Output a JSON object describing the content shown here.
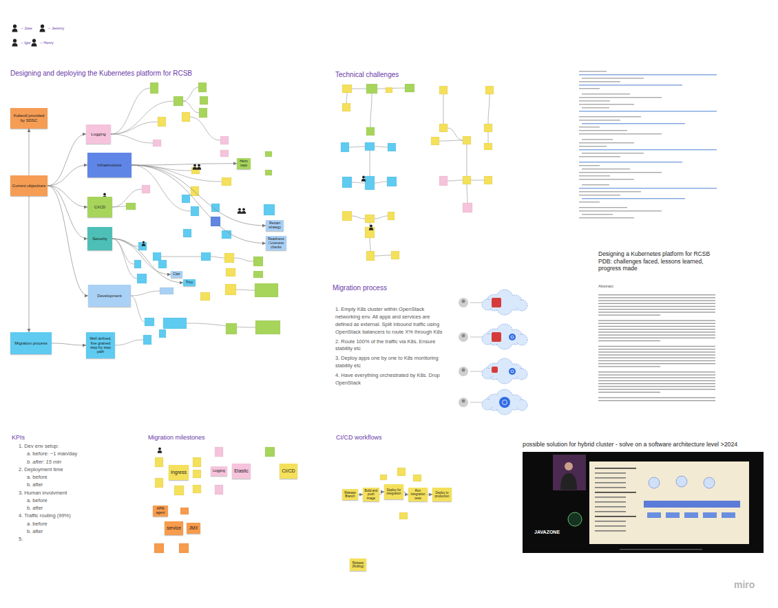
{
  "diagram": {
    "title": "Designing and deploying the Kubernetes platform for RCSB",
    "nodes": [
      {
        "text": [
          "Kubectl provided by SDSC"
        ]
      },
      {
        "text": [
          "Current objectives"
        ]
      },
      {
        "text": [
          "Migration process"
        ]
      },
      {
        "text": [
          "Logging"
        ]
      },
      {
        "text": [
          "Infrastructure"
        ]
      },
      {
        "text": [
          "CI/CD"
        ]
      },
      {
        "text": [
          "Security"
        ]
      },
      {
        "text": [
          "Development"
        ]
      },
      {
        "text": [
          "Well defined, fine grained step by step path"
        ]
      },
      {
        "text": [
          "Clair"
        ]
      },
      {
        "text": [
          "Trivy"
        ]
      },
      {
        "text": [
          "Helm repo"
        ]
      },
      {
        "text": [
          "Restart strategy"
        ]
      },
      {
        "text": [
          "Readiness / Liveness checks"
        ]
      },
      {
        "text": [
          "Ingress"
        ]
      },
      {
        "text": [
          "Logging"
        ]
      },
      {
        "text": [
          "Elastic"
        ]
      },
      {
        "text": [
          "CI/CD"
        ]
      },
      {
        "text": [
          "APM agent"
        ]
      },
      {
        "text": [
          "service"
        ]
      },
      {
        "text": [
          "JMX"
        ]
      },
      {
        "text": [
          "Release Branch"
        ]
      },
      {
        "text": [
          "Build and push image"
        ]
      },
      {
        "text": [
          "Deploy for integration"
        ]
      },
      {
        "text": [
          "Run integration tests"
        ]
      },
      {
        "text": [
          "Deploy to production"
        ]
      },
      {
        "text": [
          "Release (Rolling)"
        ]
      }
    ],
    "edges": [
      {
        "from": 1,
        "to": 0,
        "arrow": "to"
      },
      {
        "from": 1,
        "to": 2,
        "arrow": "to"
      },
      {
        "from": 1,
        "to": 3,
        "arrow": "to"
      },
      {
        "from": 1,
        "to": 4,
        "arrow": "to"
      },
      {
        "from": 1,
        "to": 5,
        "arrow": "to"
      },
      {
        "from": 1,
        "to": 6,
        "arrow": "to"
      },
      {
        "from": 1,
        "to": 7,
        "arrow": "to"
      },
      {
        "from": 2,
        "to": 8,
        "arrow": "to"
      },
      {
        "from": 6,
        "to": 9,
        "arrow": "to"
      },
      {
        "from": 6,
        "to": 10,
        "arrow": "to"
      },
      {
        "from": 4,
        "to": 11,
        "arrow": "to"
      },
      {
        "from": 4,
        "to": 12,
        "arrow": "to"
      },
      {
        "from": 4,
        "to": 13,
        "arrow": "to"
      },
      {
        "from": 21,
        "to": 22,
        "arrow": "to"
      },
      {
        "from": 22,
        "to": 23,
        "arrow": "to"
      },
      {
        "from": 23,
        "to": 24,
        "arrow": "to"
      },
      {
        "from": 24,
        "to": 25,
        "arrow": "to"
      }
    ],
    "labels": [
      "Technical challenges",
      "Migration process",
      "KPIs",
      "Migration milestones",
      "CI/CD workflows",
      "possible solution for hybrid cluster - solve on a software architecture level >2024",
      "1. Empty K8s cluster within OpenStack networking env. All apps and services are defined as external. Split inbound traffic using OpenStack balancers to route X% through K8s",
      "2. Route 100% of the traffic via K8s. Ensure stability etc",
      "3. Deploy apps one by one to K8s monitoring stability etc",
      "4. Have everything orchestrated by K8s. Drop OpenStack",
      "1. Dev env setup:",
      "a. before: ~1 man/day",
      "b. after: 15 min",
      "2. Deployment time",
      "a. before",
      "b. after",
      "3. Human involvment",
      "a. before",
      "b. after",
      "4. Traffic routing (99%)",
      "a. before",
      "b. after",
      "5.",
      "Designing a Kubernetes platform for RCSB PDB: challenges faced, lessons learned, progress made",
      "Abstract",
      "JAVAZONE",
      "miro"
    ],
    "legend": [
      {
        "text": "-- Jose"
      },
      {
        "text": "-- Jeremy"
      },
      {
        "text": "-- Igor"
      },
      {
        "text": "-- Henry"
      }
    ]
  }
}
